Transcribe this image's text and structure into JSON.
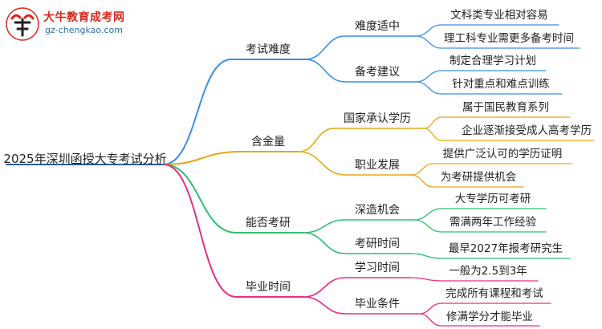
{
  "logo": {
    "name": "大牛教育成考网",
    "url": "gz-chengkao.com",
    "icon": "bull-logo-icon"
  },
  "mindmap": {
    "root": "2025年深圳函授大专考试分析",
    "branches": [
      {
        "label": "考试难度",
        "color": "#3b8ee8",
        "children": [
          {
            "label": "难度适中",
            "leaves": [
              "文科类专业相对容易",
              "理工科专业需更多备考时间"
            ]
          },
          {
            "label": "备考建议",
            "leaves": [
              "制定合理学习计划",
              "针对重点和难点训练"
            ]
          }
        ]
      },
      {
        "label": "含金量",
        "color": "#e7a817",
        "children": [
          {
            "label": "国家承认学历",
            "leaves": [
              "属于国民教育系列",
              "企业逐渐接受成人高考学历"
            ]
          },
          {
            "label": "职业发展",
            "leaves": [
              "提供广泛认可的学历证明",
              "为考研提供机会"
            ]
          }
        ]
      },
      {
        "label": "能否考研",
        "color": "#2fbf71",
        "children": [
          {
            "label": "深造机会",
            "leaves": [
              "大专学历可考研",
              "需满两年工作经验"
            ]
          },
          {
            "label": "考研时间",
            "leaves": [
              "最早2027年报考研究生"
            ]
          }
        ]
      },
      {
        "label": "毕业时间",
        "color": "#ea2c82",
        "children": [
          {
            "label": "学习时间",
            "leaves": [
              "一般为2.5到3年"
            ]
          },
          {
            "label": "毕业条件",
            "leaves": [
              "完成所有课程和考试",
              "修满学分才能毕业"
            ]
          }
        ]
      }
    ]
  }
}
